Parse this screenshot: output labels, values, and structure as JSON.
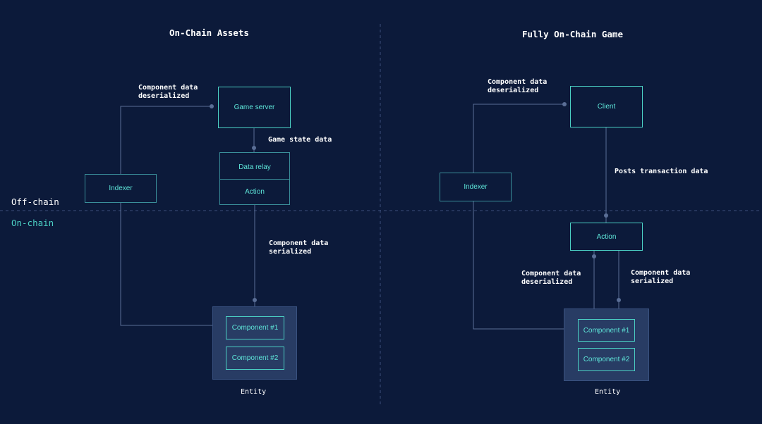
{
  "left_panel": {
    "title": "On-Chain Assets",
    "game_server": "Game server",
    "data_relay": "Data relay",
    "action": "Action",
    "indexer": "Indexer",
    "component_1": "Component #1",
    "component_2": "Component #2",
    "entity": "Entity",
    "label_deserialized_1": "Component data",
    "label_deserialized_2": "deserialized",
    "label_game_state": "Game state data",
    "label_serialized_1": "Component data",
    "label_serialized_2": "serialized"
  },
  "right_panel": {
    "title": "Fully On-Chain Game",
    "client": "Client",
    "indexer": "Indexer",
    "action": "Action",
    "component_1": "Component #1",
    "component_2": "Component #2",
    "entity": "Entity",
    "label_deserialized_top_1": "Component data",
    "label_deserialized_top_2": "deserialized",
    "label_posts": "Posts transaction data",
    "label_deserialized_bottom_1": "Component data",
    "label_deserialized_bottom_2": "deserialized",
    "label_serialized_1": "Component data",
    "label_serialized_2": "serialized"
  },
  "zones": {
    "off_chain": "Off-chain",
    "on_chain": "On-chain"
  },
  "colors": {
    "background": "#0c1a3a",
    "accent": "#4bd0c4",
    "connector": "#5a6e96",
    "entity_fill": "#283c64",
    "on_chain_text": "#4bd0c4",
    "off_chain_text": "#ffffff"
  }
}
